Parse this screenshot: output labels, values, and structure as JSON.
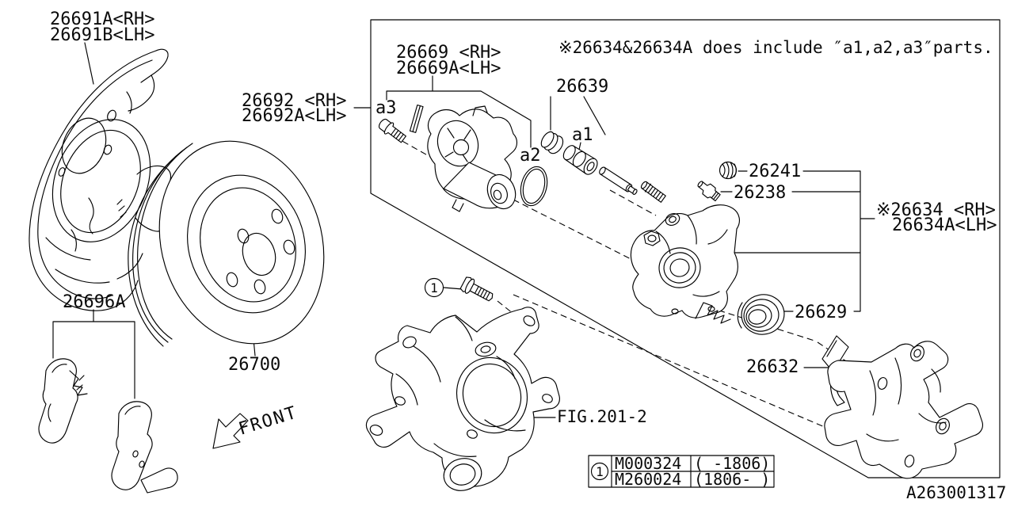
{
  "note": "※26634&26634A does include ″a1,a2,a3″parts.",
  "doc_number": "A263001317",
  "front_label": "FRONT",
  "fig_label": "FIG.201-2",
  "labels": {
    "l26691": {
      "line1": "26691A<RH>",
      "line2": "26691B<LH>"
    },
    "l26692": {
      "line1": "26692 <RH>",
      "line2": "26692A<LH>"
    },
    "l26669": {
      "line1": "26669 <RH>",
      "line2": "26669A<LH>"
    },
    "l26639": "26639",
    "a1": "a1",
    "a2": "a2",
    "a3": "a3",
    "l26241": "26241",
    "l26238": "26238",
    "l26634": {
      "line1": "※26634 <RH>",
      "line2": "26634A<LH>"
    },
    "l26629": "26629",
    "l26632": "26632",
    "l26696A": "26696A",
    "l26700": "26700"
  },
  "callouts": {
    "bolt_ref": "1",
    "table_ref": "1"
  },
  "table": {
    "rows": [
      {
        "part": "M000324",
        "range": "( -1806)"
      },
      {
        "part": "M260024",
        "range": "(1806- )"
      }
    ]
  }
}
